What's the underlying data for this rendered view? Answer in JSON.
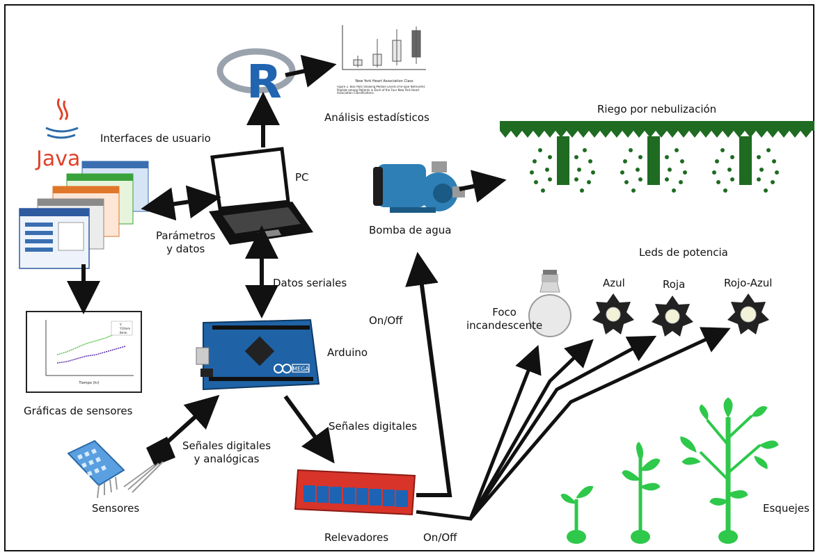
{
  "labels": {
    "analisis": "Análisis estadísticos",
    "interfaces": "Interfaces de usuario",
    "java": "Java",
    "pc": "PC",
    "parametros": "Parámetros\ny datos",
    "datos_seriales": "Datos seriales",
    "arduino": "Arduino",
    "graficas": "Gráficas de sensores",
    "senales_da": "Señales digitales\ny analógicas",
    "sensores": "Sensores",
    "senales_d": "Señales digitales",
    "relevadores": "Relevadores",
    "onoff_1": "On/Off",
    "onoff_2": "On/Off",
    "bomba": "Bomba de agua",
    "riego": "Riego por nebulización",
    "leds": "Leds de potencia",
    "azul": "Azul",
    "roja": "Roja",
    "rojo_azul": "Rojo-Azul",
    "foco": "Foco\nincandescente",
    "esquejes": "Esquejes",
    "r_logo": "R",
    "arduino_board": "MEGA",
    "stat_chart_xlabel": "New York Heart Association Class",
    "stat_chart_caption": "Figure 2. Box Plots Showing Median Levels of B-Type Natriuretic Peptide among Patients in Each of the Four New York Heart Association Classifications.",
    "plot_legend": [
      "V",
      "Y10mm",
      "Bmm"
    ],
    "plot_xlabel": "Tiempo (hr)"
  },
  "colors": {
    "arrow": "#111111",
    "plant_green": "#2ec84a",
    "mist_green": "#1e6b21",
    "relay_red": "#d8342a",
    "arduino_blue": "#1f63a6",
    "pump_blue": "#2d7fb5",
    "led_dark": "#222222"
  },
  "icons": [
    "r-logo-icon",
    "java-logo-icon",
    "laptop-icon",
    "windows-stack-icon",
    "sensor-chart-icon",
    "arduino-board-icon",
    "dht-sensor-icon",
    "lm35-sensor-icon",
    "relay-board-icon",
    "water-pump-icon",
    "mist-sprinkler-icon",
    "light-bulb-icon",
    "led-star-icon",
    "sprout-icon"
  ]
}
